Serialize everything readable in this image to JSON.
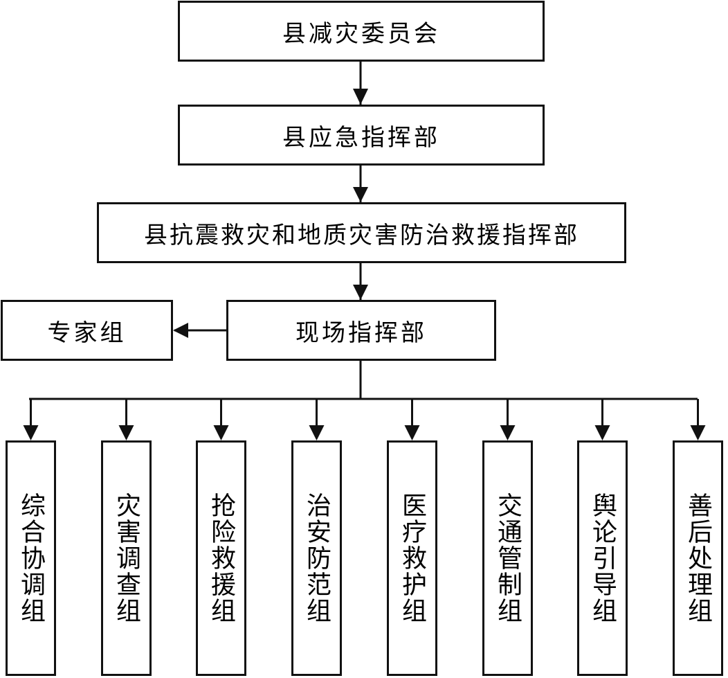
{
  "diagram": {
    "level1": "县减灾委员会",
    "level2": "县应急指挥部",
    "level3": "县抗震救灾和地质灾害防治救援指挥部",
    "field_command": "现场指挥部",
    "expert_group": "专家组",
    "groups": [
      "综合协调组",
      "灾害调查组",
      "抢险救援组",
      "治安防范组",
      "医疗救护组",
      "交通管制组",
      "舆论引导组",
      "善后处理组"
    ]
  }
}
